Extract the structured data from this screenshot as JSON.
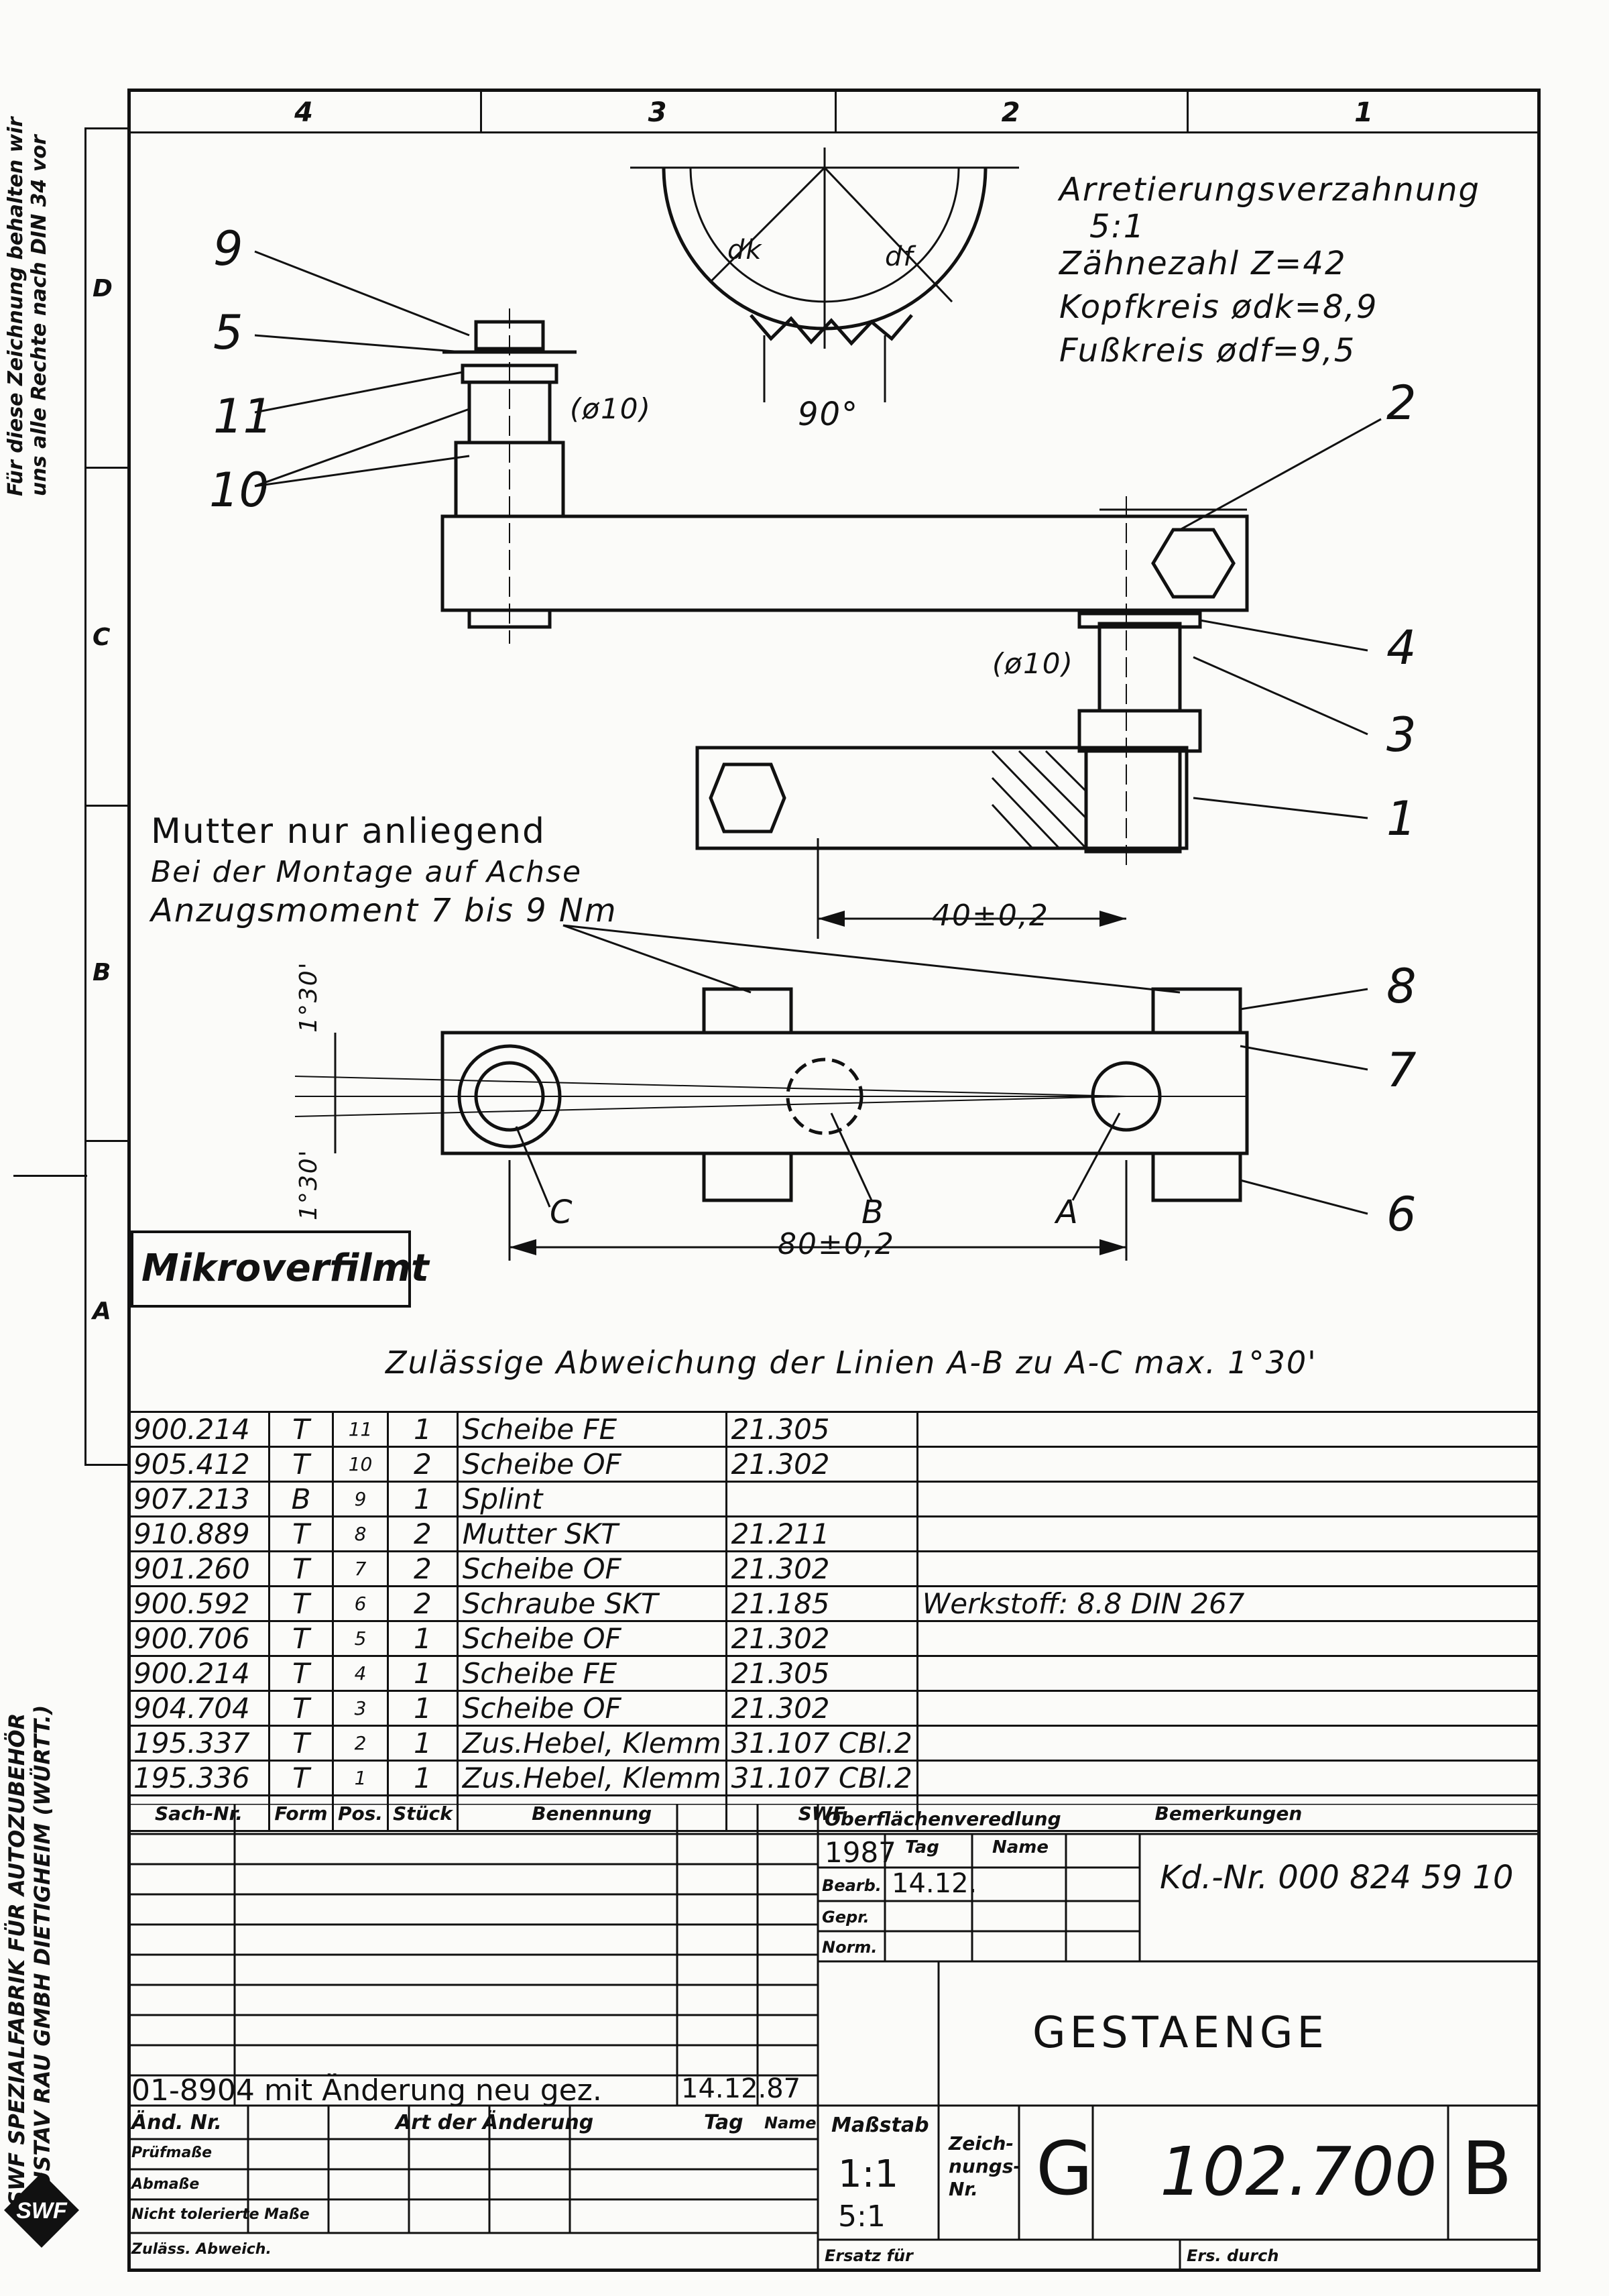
{
  "side_text": {
    "rights_line1": "Für diese Zeichnung behalten wir",
    "rights_line2": "uns alle Rechte nach DIN 34 vor",
    "company_line1": "SWF SPEZIALFABRIK FÜR AUTOZUBEHÖR",
    "company_line2": "GUSTAV RAU GMBH DIETIGHEIM (WÜRTT.)",
    "logo": "SWF"
  },
  "zones": {
    "columns": [
      "4",
      "3",
      "2",
      "1"
    ],
    "rows": [
      "D",
      "C",
      "B",
      "A"
    ]
  },
  "notes": {
    "detail_title": "Arretierungsverzahnung",
    "detail_scale": "5:1",
    "teeth": "Zähnezahl Z=42",
    "tip_circle": "Kopfkreis ødk=8,9",
    "root_circle": "Fußkreis ødf=9,5",
    "dk": "dk",
    "df": "df",
    "angle": "90°",
    "dia_top": "(ø10)",
    "dia_mid": "(ø10)",
    "nut_line1": "Mutter nur anliegend",
    "nut_line2": "Bei der Montage auf Achse",
    "nut_line3": "Anzugsmoment  7 bis 9 Nm",
    "dim_40": "40±0,2",
    "dim_80": "80±0,2",
    "angle_top": "1°30'",
    "angle_bottom": "1°30'",
    "label_c": "C",
    "label_b": "B",
    "label_a": "A",
    "microfilm": "Mikroverfilmt",
    "deviation": "Zulässige  Abweichung  der  Linien  A-B  zu  A-C max. 1°30'"
  },
  "balloons": [
    "9",
    "5",
    "11",
    "10",
    "2",
    "4",
    "3",
    "1",
    "8",
    "7",
    "6"
  ],
  "parts_list": {
    "headers": [
      "Sach-Nr.",
      "Form",
      "Pos.",
      "Stück",
      "Benennung",
      "SWF",
      "Bemerkungen"
    ],
    "rows": [
      {
        "sach": "900.214",
        "form": "T",
        "pos": "11",
        "stk": "1",
        "name": "Scheibe  FE",
        "swf": "21.305",
        "note": ""
      },
      {
        "sach": "905.412",
        "form": "T",
        "pos": "10",
        "stk": "2",
        "name": "Scheibe  OF",
        "swf": "21.302",
        "note": ""
      },
      {
        "sach": "907.213",
        "form": "B",
        "pos": "9",
        "stk": "1",
        "name": "Splint",
        "swf": "",
        "note": ""
      },
      {
        "sach": "910.889",
        "form": "T",
        "pos": "8",
        "stk": "2",
        "name": "Mutter  SKT",
        "swf": "21.211",
        "note": ""
      },
      {
        "sach": "901.260",
        "form": "T",
        "pos": "7",
        "stk": "2",
        "name": "Scheibe OF",
        "swf": "21.302",
        "note": ""
      },
      {
        "sach": "900.592",
        "form": "T",
        "pos": "6",
        "stk": "2",
        "name": "Schraube SKT",
        "swf": "21.185",
        "note": "Werkstoff: 8.8 DIN 267"
      },
      {
        "sach": "900.706",
        "form": "T",
        "pos": "5",
        "stk": "1",
        "name": "Scheibe  OF",
        "swf": "21.302",
        "note": ""
      },
      {
        "sach": "900.214",
        "form": "T",
        "pos": "4",
        "stk": "1",
        "name": "Scheibe  FE",
        "swf": "21.305",
        "note": ""
      },
      {
        "sach": "904.704",
        "form": "T",
        "pos": "3",
        "stk": "1",
        "name": "Scheibe  OF",
        "swf": "21.302",
        "note": ""
      },
      {
        "sach": "195.337",
        "form": "T",
        "pos": "2",
        "stk": "1",
        "name": "Zus.Hebel, Klemm",
        "swf": "31.107 CBl.2",
        "note": ""
      },
      {
        "sach": "195.336",
        "form": "T",
        "pos": "1",
        "stk": "1",
        "name": "Zus.Hebel, Klemm",
        "swf": "31.107 CBl.2",
        "note": ""
      }
    ]
  },
  "title_block": {
    "surface_label": "Oberflächenveredlung",
    "year": "1987",
    "tag_label": "Tag",
    "name_label": "Name",
    "bearb_label": "Bearb.",
    "bearb_date": "14.12.",
    "gepr_label": "Gepr.",
    "norm_label": "Norm.",
    "customer_no": "Kd.-Nr. 000 824 59 10",
    "title": "GESTAENGE",
    "change_entry": "01-8904  mit Änderung neu gez.",
    "change_date": "14.12.87",
    "change_no_label": "Änd. Nr.",
    "change_type_label": "Art der Änderung",
    "change_tag_label": "Tag",
    "change_name_label": "Name",
    "pruefmasse": "Prüfmaße",
    "abmasse": "Abmaße",
    "nicht_tol": "Nicht tolerierte Maße",
    "zul_abw": "Zuläss. Abweich.",
    "scale_label": "Maßstab",
    "scale_1": "1:1",
    "scale_2": "5:1",
    "drawing_no_label": "Zeich-\nnungs-\nNr.",
    "format": "G",
    "drawing_no": "102.700",
    "sheet": "B",
    "replacement_for": "Ersatz für",
    "replaced_by": "Ers. durch"
  }
}
